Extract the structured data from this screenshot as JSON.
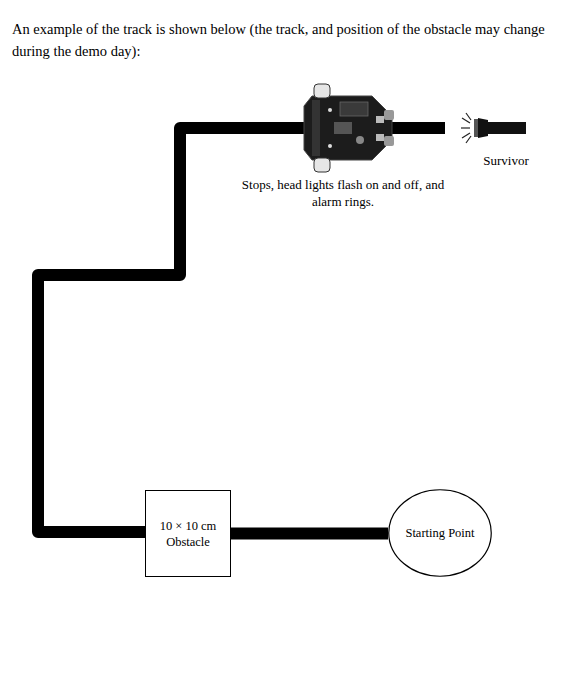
{
  "diagram": {
    "title": "An example of the track is shown below (the track, and position of the obstacle may change during the demo day):",
    "nodes": [
      {
        "text": [
          "10 × 10 cm Obstacle"
        ]
      },
      {
        "text": [
          "Starting Point"
        ]
      }
    ],
    "edges": [
      {
        "from": 0,
        "to": 1,
        "arrow": "none"
      }
    ],
    "labels": [
      "Stops, head lights flash on and off, and alarm rings.",
      "Survivor"
    ]
  }
}
